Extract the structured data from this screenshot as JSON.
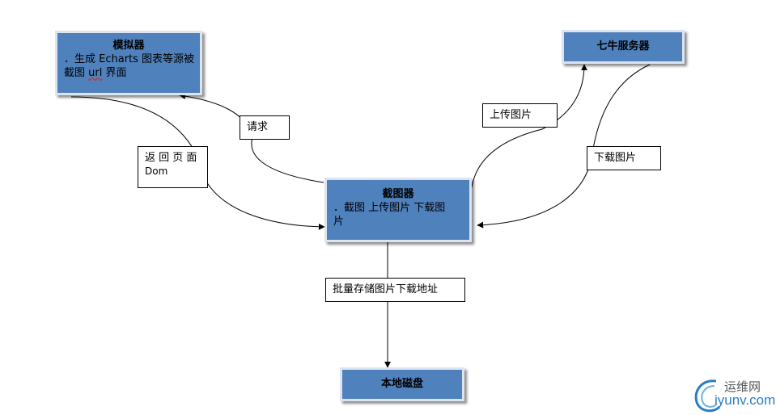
{
  "nodes": {
    "simulator": {
      "title": "模拟器",
      "line1": "．生成 Echarts 图表等源被",
      "line2_prefix": "截图 ",
      "line2_url": "url",
      "line2_suffix": " 界面"
    },
    "qiniu": {
      "title": "七牛服务器"
    },
    "screenshotter": {
      "title": "截图器",
      "line1": "．截图  上传图片  下载图",
      "line2": "片"
    },
    "disk": {
      "title": "本地磁盘"
    }
  },
  "edge_labels": {
    "request": "请求",
    "return_page_line1": "返 回 页 面",
    "return_page_line2": "Dom",
    "upload": "上传图片",
    "download": "下载图片",
    "batch_store": "批量存储图片下载地址"
  },
  "watermark": {
    "cn": "运维网",
    "en": "iyunv.com"
  },
  "colors": {
    "box_fill": "#4f81bd",
    "box_border": "#dbe4f0",
    "watermark_blue": "#2a7dc0"
  }
}
